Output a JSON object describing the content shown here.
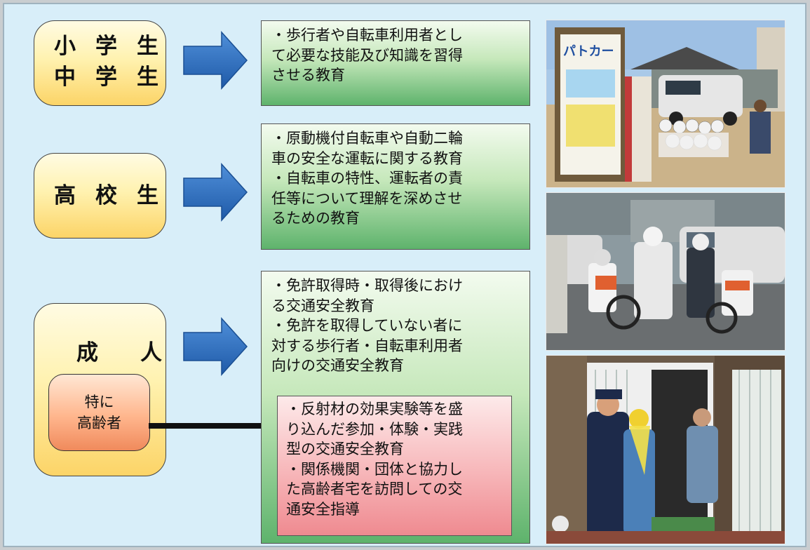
{
  "groups": {
    "elementary_junior": {
      "line1": "小学生",
      "line2": "中学生"
    },
    "high_school": {
      "label": "高校生"
    },
    "adult": {
      "label": "成人",
      "sub_line1": "特に",
      "sub_line2": "高齢者"
    }
  },
  "education": {
    "elementary_junior": [
      "・歩行者や自転車利用者とし",
      "て必要な技能及び知識を習得",
      "させる教育"
    ],
    "high_school": [
      "・原動機付自転車や自動二輪",
      "車の安全な運転に関する教育",
      "・自転車の特性、運転者の責",
      "任等について理解を深めさせ",
      "るための教育"
    ],
    "adult": [
      "・免許取得時・取得後におけ",
      "る交通安全教育",
      "・免許を取得していない者に",
      "対する歩行者・自転車利用者",
      "向けの交通安全教育"
    ],
    "elderly": [
      "・反射材の効果実験等を盛",
      "り込んだ参加・体験・実践",
      "型の交通安全教育",
      "・関係機関・団体と協力し",
      "た高齢者宅を訪問しての交",
      "通安全指導"
    ]
  },
  "photos": {
    "photo1_sign_text": "パトカー"
  },
  "colors": {
    "background": "#d8eef9",
    "arrow_blue": "#2f6fc0",
    "green_box": "#8fd08a",
    "yellow_box": "#fde48a",
    "pink_box": "#f5a8ae"
  }
}
